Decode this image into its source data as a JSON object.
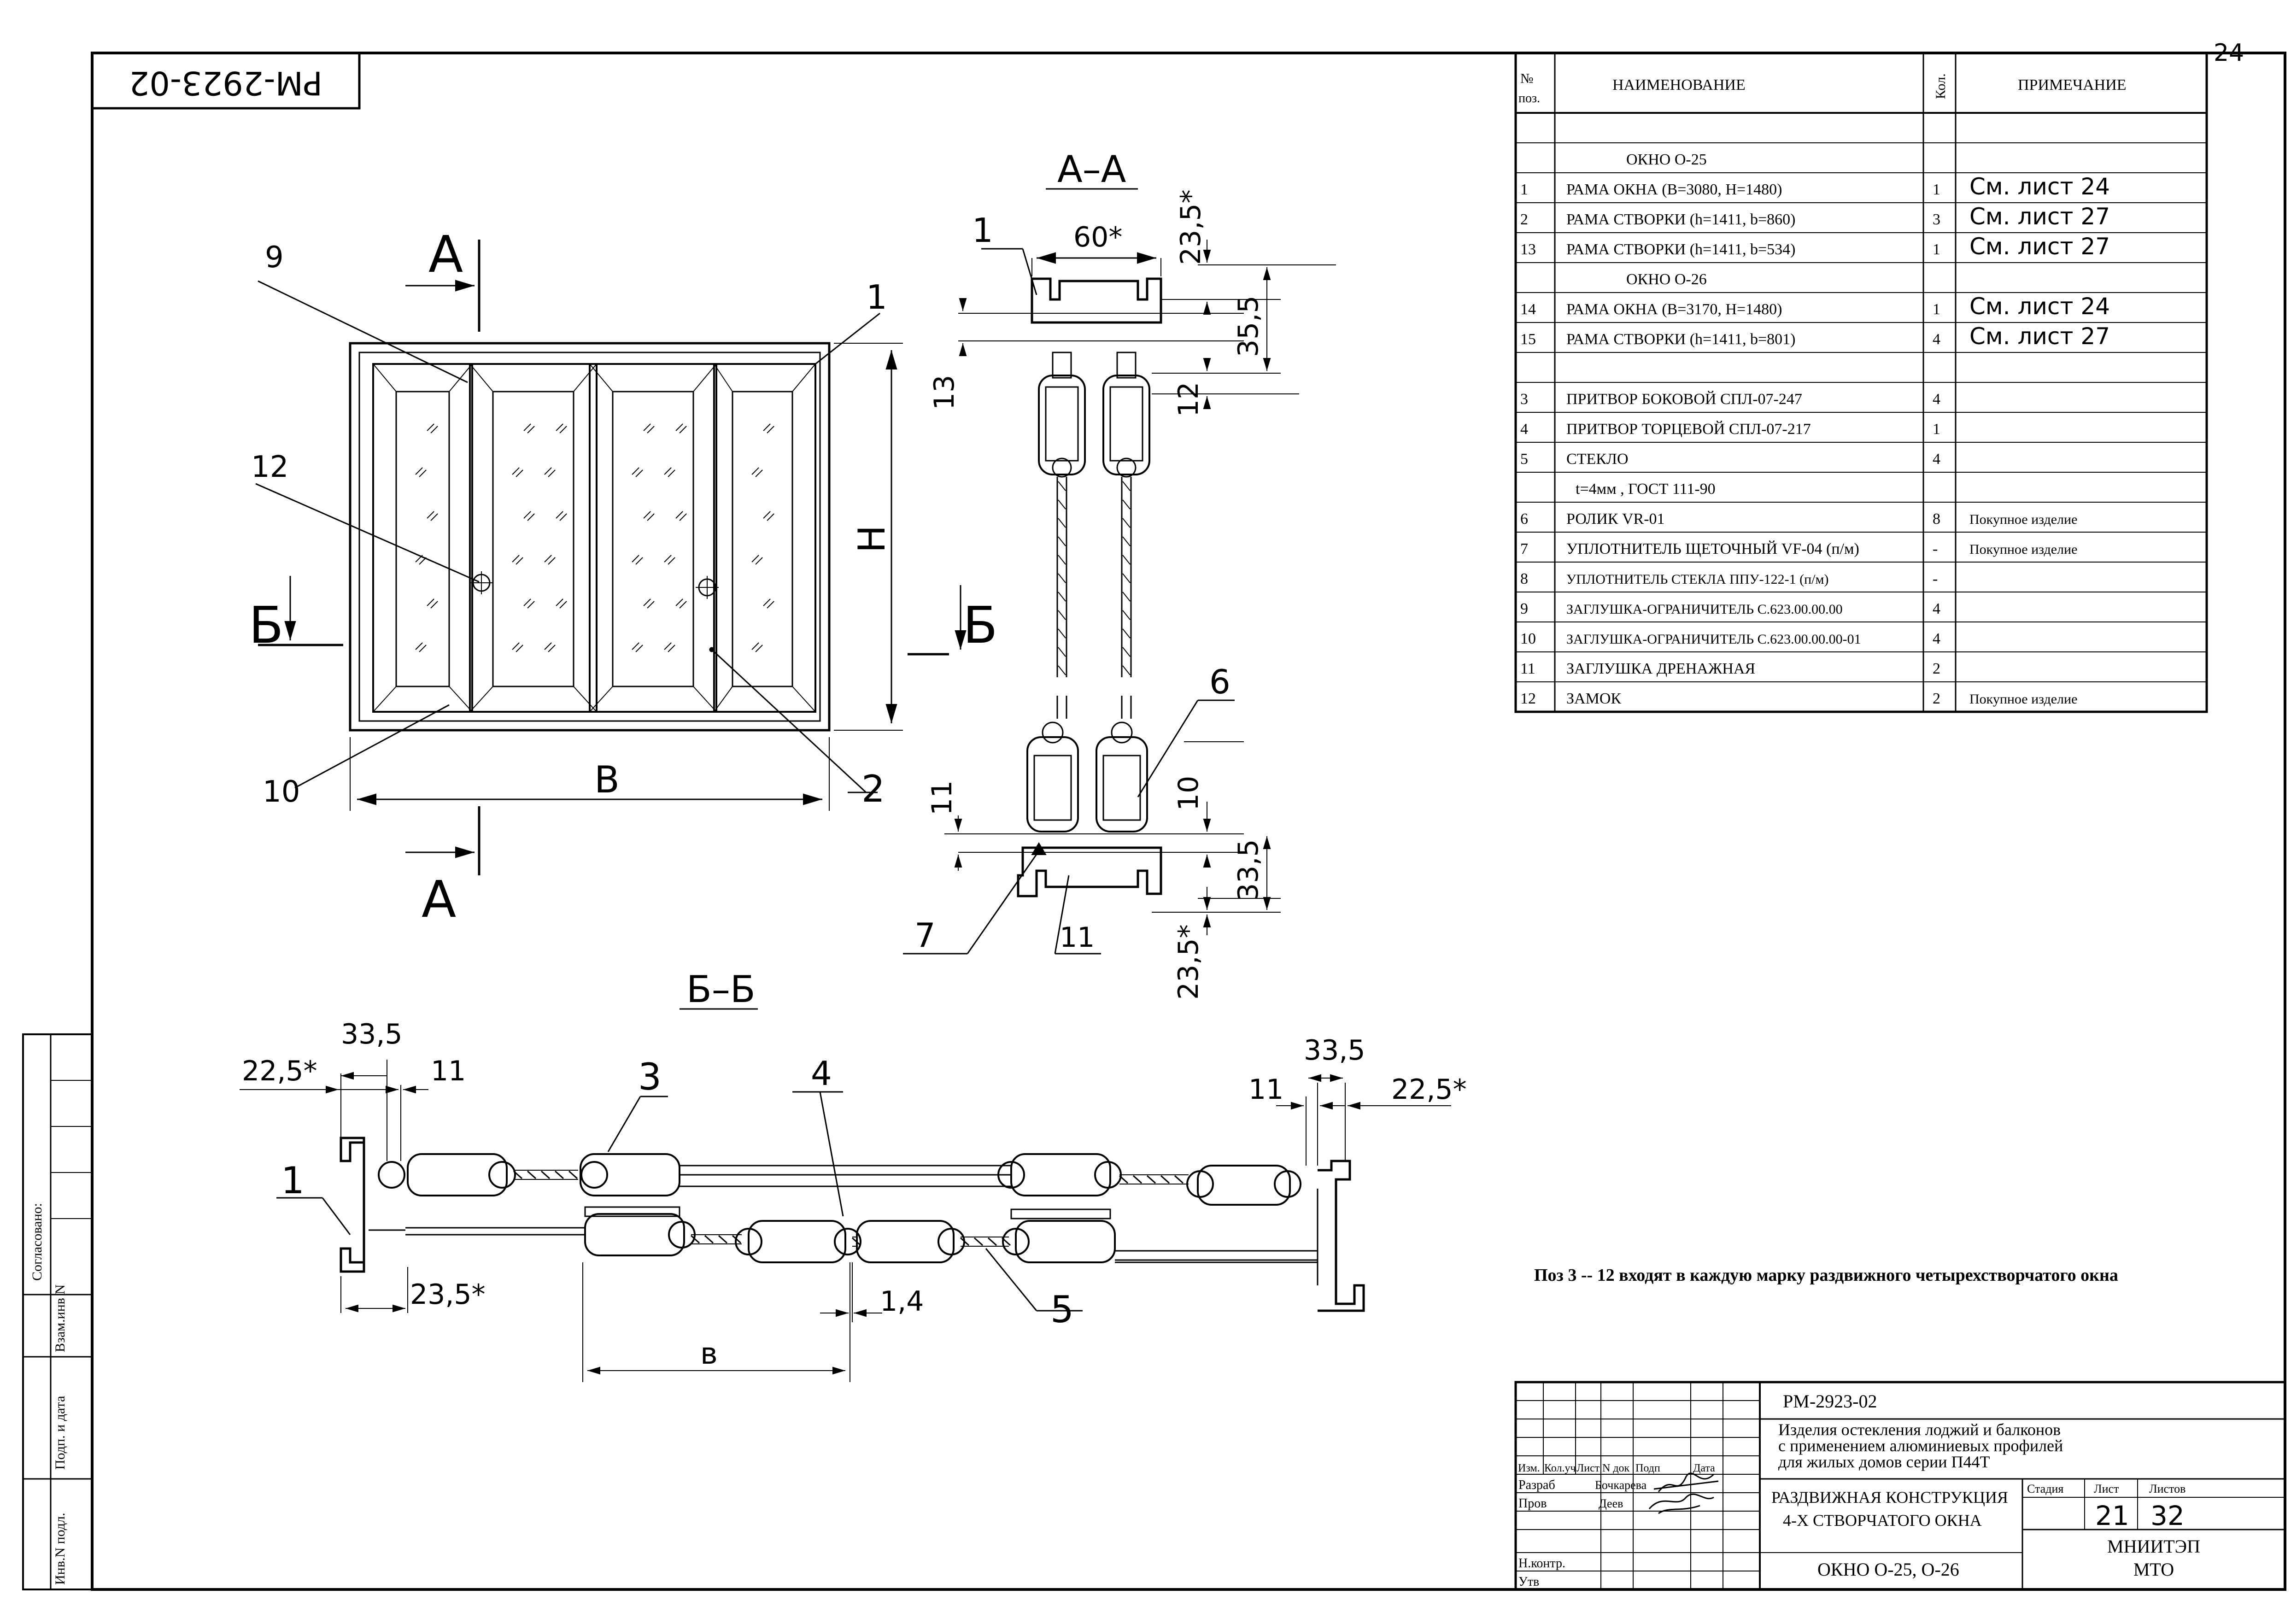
{
  "sheet_corner_number": "24",
  "stamp_code": "РМ-2923-02",
  "note": "Поз 3 -- 12  входят  в каждую марку раздвижного четырехстворчатого окна",
  "spec_table": {
    "headers": {
      "pos": "№\nпоз.",
      "name": "НАИМЕНОВАНИЕ",
      "qty": "Кол.",
      "note": "ПРИМЕЧАНИЕ"
    },
    "rows": [
      {
        "pos": "",
        "name": "",
        "qty": "",
        "note": ""
      },
      {
        "pos": "",
        "name": "ОКНО  О-25",
        "qty": "",
        "note": ""
      },
      {
        "pos": "1",
        "name": "РАМА ОКНА  (B=3080,  H=1480)",
        "qty": "1",
        "note": "См. лист  24"
      },
      {
        "pos": "2",
        "name": "РАМА СТВОРКИ  (h=1411, b=860)",
        "qty": "3",
        "note": "См. лист  27"
      },
      {
        "pos": "13",
        "name": "РАМА СТВОРКИ  (h=1411, b=534)",
        "qty": "1",
        "note": "См. лист  27"
      },
      {
        "pos": "",
        "name": "ОКНО  О-26",
        "qty": "",
        "note": ""
      },
      {
        "pos": "14",
        "name": "РАМА ОКНА  (B=3170,  H=1480)",
        "qty": "1",
        "note": "См. лист  24"
      },
      {
        "pos": "15",
        "name": "РАМА СТВОРКИ  (h=1411, b=801)",
        "qty": "4",
        "note": "См. лист  27"
      },
      {
        "pos": "",
        "name": "",
        "qty": "",
        "note": ""
      },
      {
        "pos": "3",
        "name": "ПРИТВОР БОКОВОЙ  СПЛ-07-247",
        "qty": "4",
        "note": ""
      },
      {
        "pos": "4",
        "name": "ПРИТВОР ТОРЦЕВОЙ  СПЛ-07-217",
        "qty": "1",
        "note": ""
      },
      {
        "pos": "5",
        "name": "СТЕКЛО",
        "qty": "4",
        "note": ""
      },
      {
        "pos": "",
        "name": "t=4мм , ГОСТ 111-90",
        "qty": "",
        "note": ""
      },
      {
        "pos": "6",
        "name": "РОЛИК VR-01",
        "qty": "8",
        "note": "Покупное  изделие"
      },
      {
        "pos": "7",
        "name": "УПЛОТНИТЕЛЬ ЩЕТОЧНЫЙ  VF-04 (п/м)",
        "qty": "-",
        "note": "Покупное  изделие"
      },
      {
        "pos": "8",
        "name": "УПЛОТНИТЕЛЬ СТЕКЛА  ППУ-122-1 (п/м)",
        "qty": "-",
        "note": ""
      },
      {
        "pos": "9",
        "name": "ЗАГЛУШКА-ОГРАНИЧИТЕЛЬ С.623.00.00.00",
        "qty": "4",
        "note": ""
      },
      {
        "pos": "10",
        "name": "ЗАГЛУШКА-ОГРАНИЧИТЕЛЬ С.623.00.00.00-01",
        "qty": "4",
        "note": ""
      },
      {
        "pos": "11",
        "name": "ЗАГЛУШКА  ДРЕНАЖНАЯ",
        "qty": "2",
        "note": ""
      },
      {
        "pos": "12",
        "name": "ЗАМОК",
        "qty": "2",
        "note": "Покупное  изделие"
      }
    ]
  },
  "left_strip": {
    "agreed": "Согласовано:",
    "replace_inv": "Взам.инв N",
    "sign_date": "Подп. и дата",
    "inv_orig": "Инв.N подл."
  },
  "title_block": {
    "code": "РМ-2923-02",
    "project_line1": "Изделия остекления лоджий и балконов",
    "project_line2": "с применением алюминиевых профилей",
    "project_line3": "для жилых домов серии П44Т",
    "col_headers": [
      "Изм.",
      "Кол.уч",
      "Лист",
      "N док",
      "Подп",
      "Дата"
    ],
    "role_develop": "Разраб",
    "role_check": "Пров",
    "name_develop": "Бочкарева",
    "name_check": "Деев",
    "role_norm": "Н.контр.",
    "role_approve": "Утв",
    "drawing_title_line1": "РАЗДВИЖНАЯ КОНСТРУКЦИЯ",
    "drawing_title_line2": "4-Х  СТВОРЧАТОГО ОКНА",
    "drawing_subject": "ОКНО  О-25, О-26",
    "stage_label": "Стадия",
    "sheet_label": "Лист",
    "sheets_label": "Листов",
    "sheet_value": "21",
    "sheets_value": "32",
    "org_line1": "МНИИТЭП",
    "org_line2": "МТО"
  },
  "view_front": {
    "section_marks": {
      "a_top": "А",
      "a_bottom": "А",
      "b_left": "Б",
      "b_right": "Б"
    },
    "dim_width": "В",
    "dim_height": "Н",
    "callouts": {
      "c9": "9",
      "c1": "1",
      "c12": "12",
      "c10": "10",
      "c2": "2"
    }
  },
  "view_aa": {
    "title": "А–А",
    "callouts": {
      "c1": "1",
      "c6": "6",
      "c7": "7",
      "c11": "11"
    },
    "dims": {
      "w60": "60*",
      "top235": "23,5*",
      "d355": "35,5",
      "d13": "13",
      "d12": "12",
      "d11": "11",
      "d10": "10",
      "d335": "33,5",
      "bot235": "23,5*"
    }
  },
  "view_bb": {
    "title": "Б–Б",
    "callouts": {
      "c3": "3",
      "c4": "4",
      "c1": "1",
      "c5": "5"
    },
    "dims": {
      "l225": "22,5*",
      "l335": "33,5",
      "l11": "11",
      "l235": "23,5*",
      "d14": "1,4",
      "b_small": "в",
      "r335": "33,5",
      "r11": "11",
      "r225": "22,5*"
    }
  }
}
